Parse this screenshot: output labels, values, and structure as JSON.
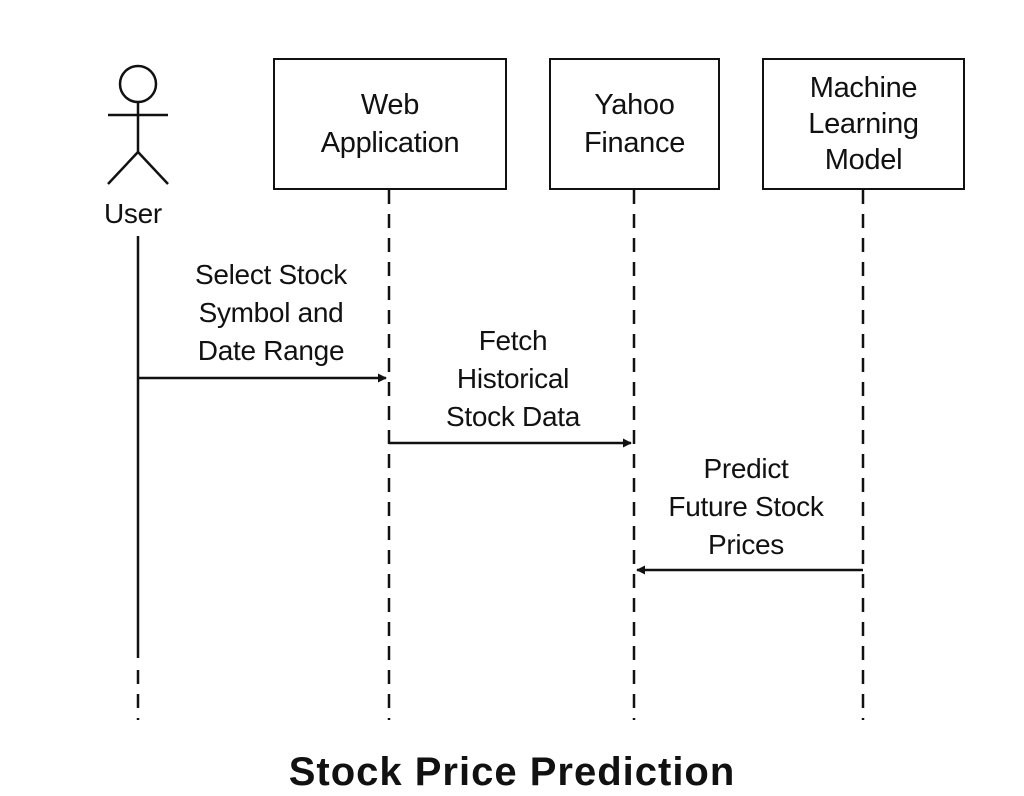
{
  "diagram": {
    "type": "sequence",
    "actor": {
      "label": "User",
      "icon": "stick-figure-icon"
    },
    "participants": [
      {
        "id": "web",
        "label": "Web\nApplication"
      },
      {
        "id": "yahoo",
        "label": "Yahoo\nFinance"
      },
      {
        "id": "ml",
        "label": "Machine\nLearning\nModel"
      }
    ],
    "messages": [
      {
        "from": "User",
        "to": "Web Application",
        "label": "Select Stock\nSymbol and\nDate Range"
      },
      {
        "from": "Web Application",
        "to": "Yahoo Finance",
        "label": "Fetch\nHistorical\nStock Data"
      },
      {
        "from": "Machine Learning Model",
        "to": "Yahoo Finance",
        "label": "Predict\nFuture Stock\nPrices"
      }
    ],
    "title": "Stock Price Prediction"
  },
  "colors": {
    "line": "#111111",
    "background": "#ffffff"
  }
}
